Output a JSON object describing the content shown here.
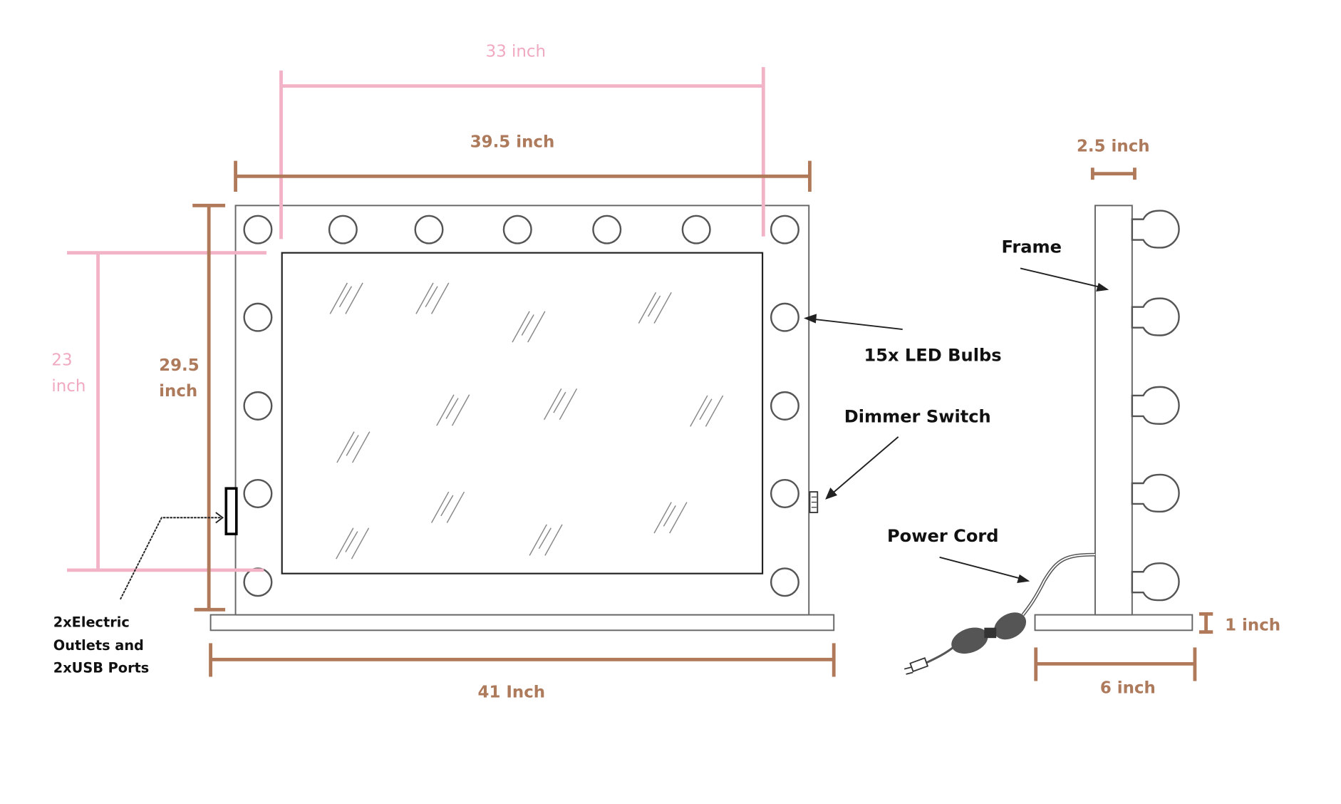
{
  "dimensions": {
    "inner_width": "33 inch",
    "frame_width": "39.5 inch",
    "inner_height_value": "23",
    "inner_height_unit": "inch",
    "frame_height_value": "29.5",
    "frame_height_unit": "inch",
    "base_width": "41 Inch",
    "side_depth": "2.5 inch",
    "base_thickness": "1 inch",
    "base_depth": "6 inch"
  },
  "labels": {
    "frame": "Frame",
    "bulbs": "15x LED Bulbs",
    "dimmer": "Dimmer Switch",
    "power_cord": "Power Cord",
    "outlets_line1": "2xElectric",
    "outlets_line2": "Outlets and",
    "outlets_line3": "2xUSB Ports"
  },
  "colors": {
    "pink_dimension": "#f3b3c6",
    "brown_dimension": "#b07a5a"
  }
}
